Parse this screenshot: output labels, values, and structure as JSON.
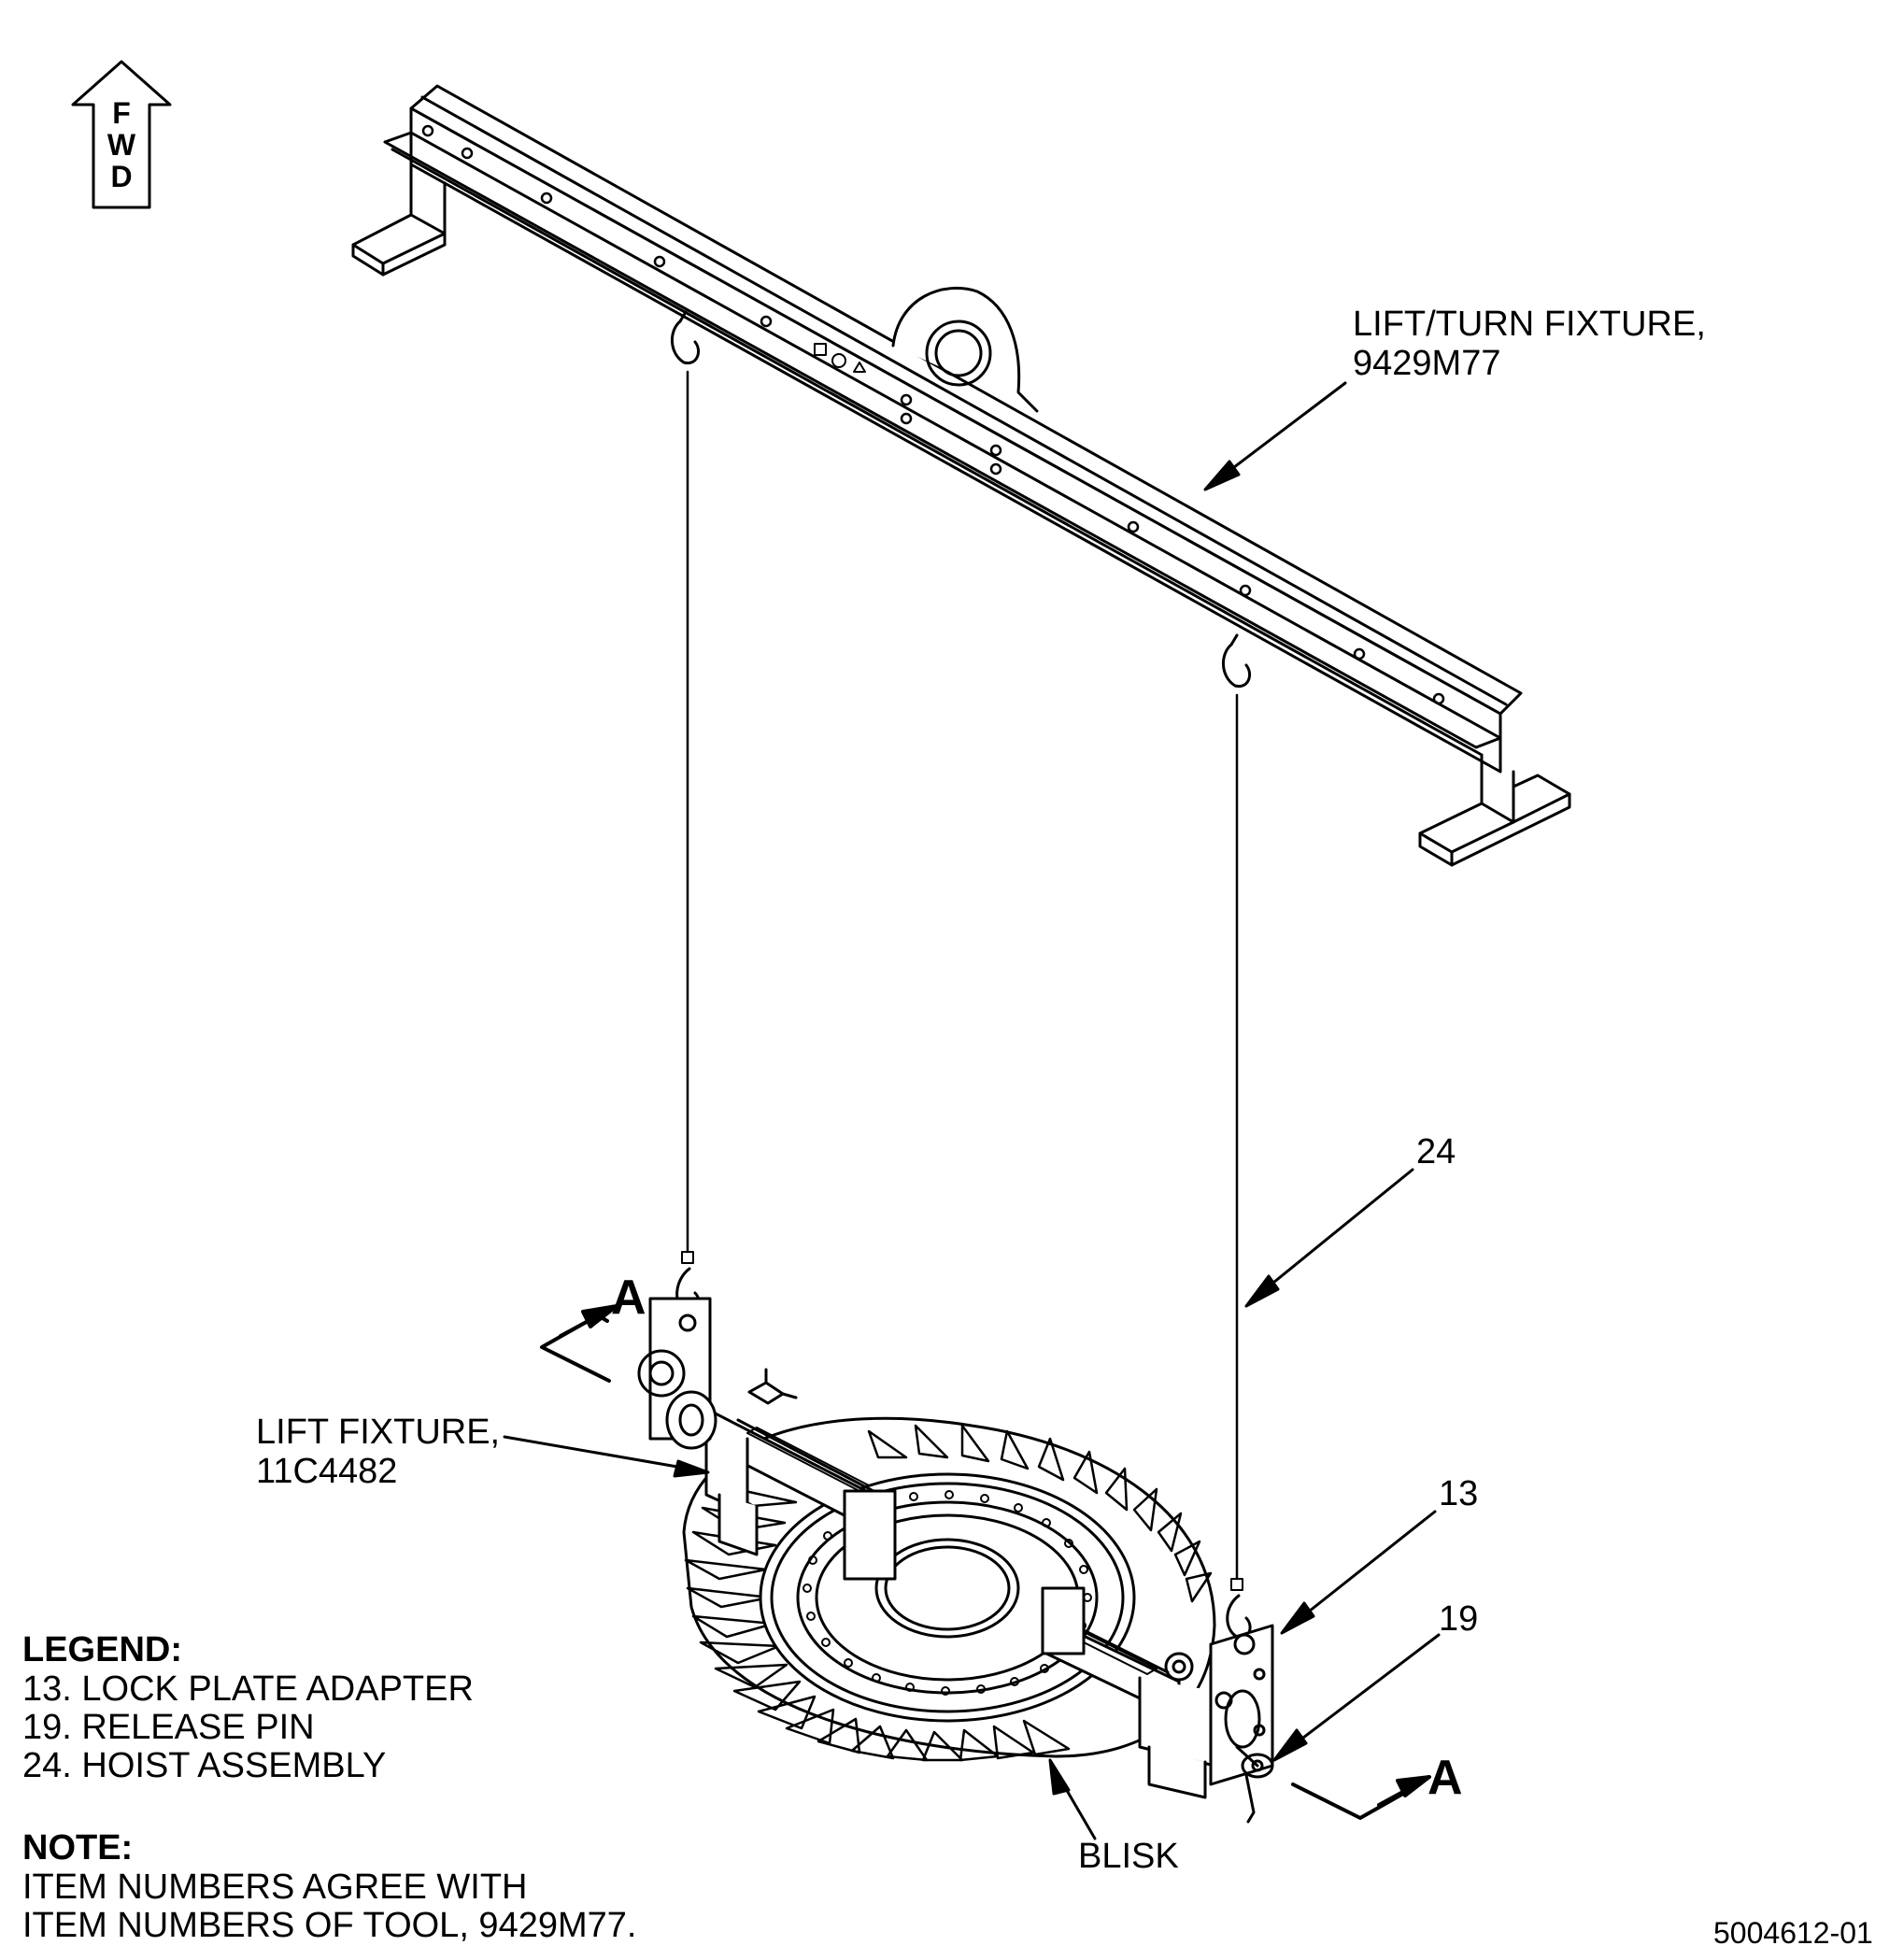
{
  "fwd_letters": [
    "F",
    "W",
    "D"
  ],
  "callouts": {
    "lift_turn_fixture": [
      "LIFT/TURN FIXTURE,",
      "9429M77"
    ],
    "lift_fixture": [
      "LIFT FIXTURE,",
      "11C4482"
    ],
    "blisk": "BLISK",
    "item_24": "24",
    "item_13": "13",
    "item_19": "19",
    "section_a_top": "A",
    "section_a_bottom": "A"
  },
  "legend": {
    "title": "LEGEND:",
    "items": [
      "13. LOCK PLATE ADAPTER",
      "19. RELEASE PIN",
      "24. HOIST ASSEMBLY"
    ]
  },
  "note": {
    "title": "NOTE:",
    "lines": [
      "ITEM NUMBERS AGREE WITH",
      "ITEM NUMBERS OF TOOL, 9429M77."
    ]
  },
  "figure_id": "5004612-01"
}
